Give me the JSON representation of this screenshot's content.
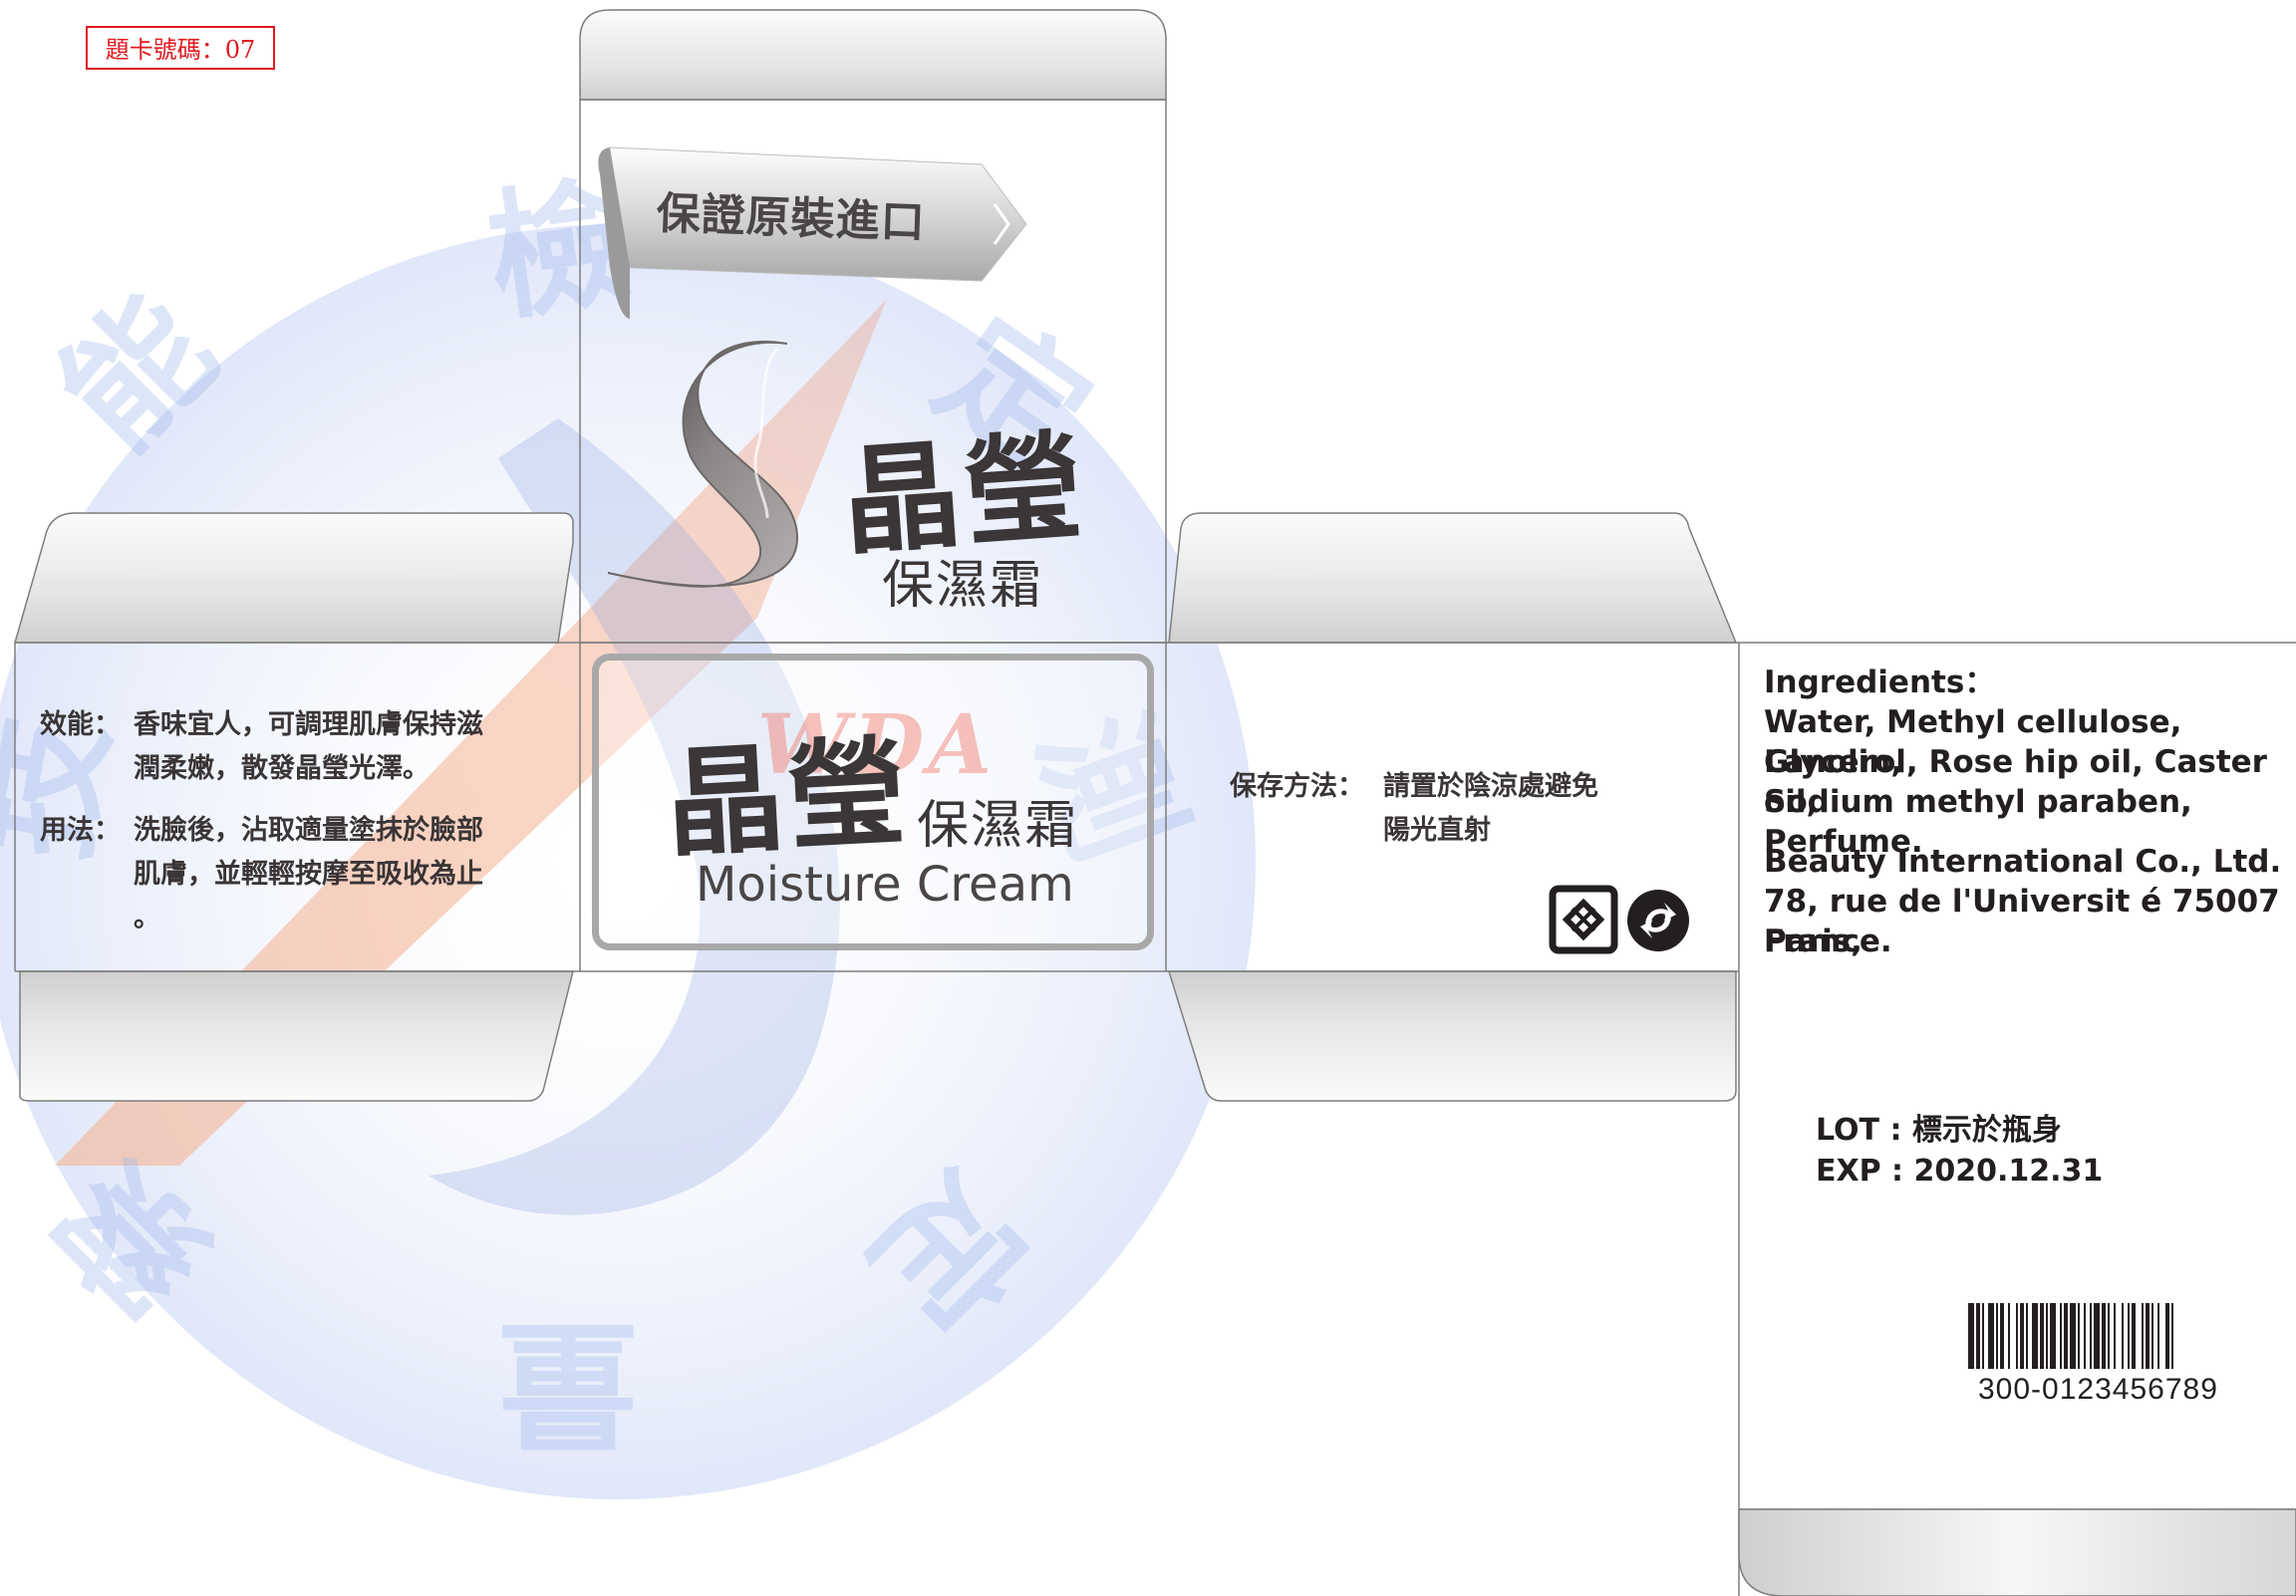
{
  "card_number": "題卡號碼：07",
  "top_flap": {
    "ribbon": "保證原裝進口",
    "brand": "晶瑩",
    "product_cn": "保濕霜"
  },
  "front": {
    "brand": "晶瑩",
    "product_cn": "保濕霜",
    "product_en": "Moisture Cream",
    "watermark": "WDA"
  },
  "left_panel": {
    "effect_label": "效能：",
    "effect_line1": "香味宜人，可調理肌膚保持滋",
    "effect_line2": "潤柔嫩，散發晶瑩光澤。",
    "usage_label": "用法：",
    "usage_line1": "洗臉後，沾取適量塗抹於臉部",
    "usage_line2": "肌膚，並輕輕按摩至吸收為止",
    "usage_line3": "。"
  },
  "right_panel": {
    "storage_label": "保存方法：",
    "storage_line1": "請置於陰涼處避免",
    "storage_line2": "陽光直射",
    "icons": [
      "recycle-icon",
      "green-dot-icon"
    ]
  },
  "back_panel": {
    "ingredients_title": "Ingredients：",
    "ingredients": [
      "Water, Methyl cellulose, Lanolin,",
      "Glycerol, Rose hip oil, Caster oil,",
      "Sodium methyl paraben, Perfume."
    ],
    "company": [
      "Beauty International Co., Ltd.",
      "78, rue de l'Universit é  75007 Paris,",
      "France."
    ]
  },
  "bottom_flap": {
    "lot": "LOT : 標示於瓶身",
    "exp": "EXP : 2020.12.31",
    "barcode_number": "300-0123456789"
  },
  "background_watermark_chars": [
    "檢",
    "定",
    "測",
    "能",
    "技",
    "察",
    "定",
    "量"
  ],
  "colors": {
    "outline": "#7d7d7d",
    "flap_gray": "#d2d2d2",
    "text": "#231f20",
    "watermark_blue": "#8aa2e0",
    "watermark_orange": "#f39a73",
    "card_red": "#e0191f"
  }
}
